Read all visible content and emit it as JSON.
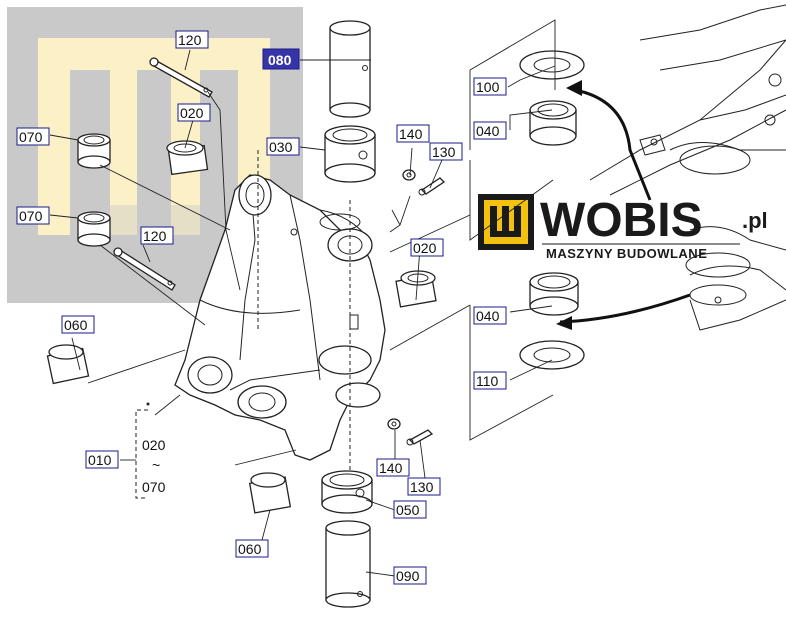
{
  "labels": {
    "p010": "010",
    "p020a": "020",
    "p020b": "020",
    "p030": "030",
    "p040a": "040",
    "p040b": "040",
    "p050": "050",
    "p060a": "060",
    "p060b": "060",
    "p070a": "070",
    "p070b": "070",
    "p080": "080",
    "p090": "090",
    "p100": "100",
    "p110": "110",
    "p120a": "120",
    "p120b": "120",
    "p130a": "130",
    "p130b": "130",
    "p140a": "140",
    "p140b": "140"
  },
  "range": {
    "from": "020",
    "tilde": "~",
    "to": "070"
  },
  "watermark": {
    "brand": "WOBIS",
    "domain": ".pl",
    "tagline": "MASZYNY BUDOWLANE"
  },
  "colors": {
    "selected_label_bg": "#3535a8",
    "label_border": "#1a1a8c",
    "brand_yellow": "#f4c10f",
    "brand_dark": "#1a1a1a",
    "logo_grey": "#c9c9c9",
    "logo_cream": "#fbf0c6"
  },
  "icons": {
    "logo": "wobis-logo-icon"
  }
}
